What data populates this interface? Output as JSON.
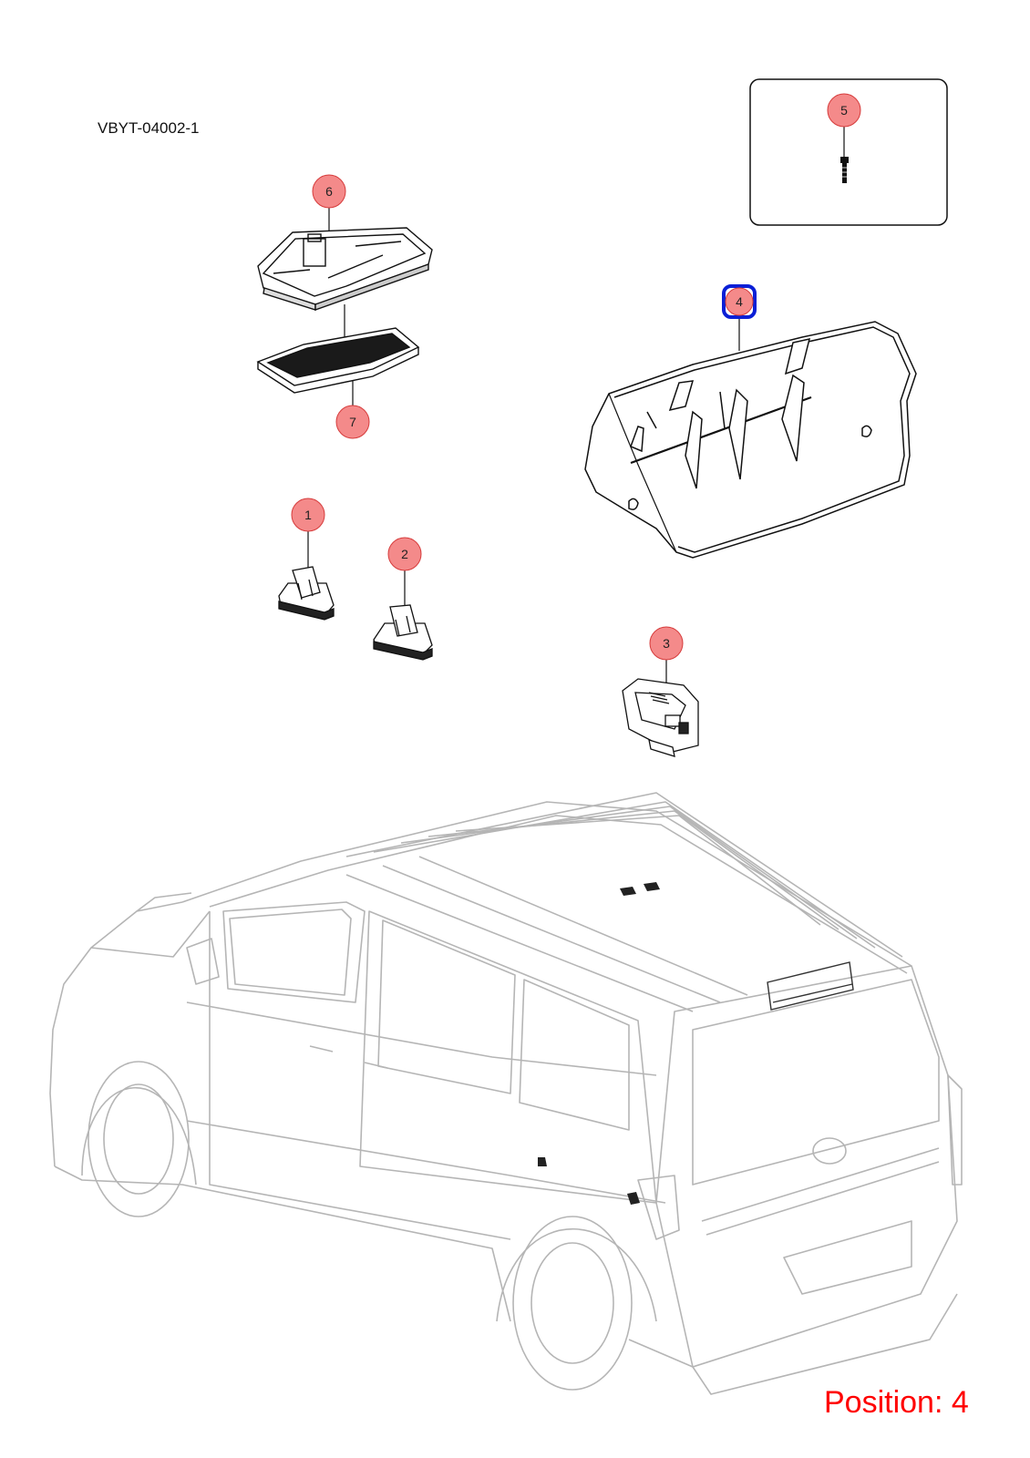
{
  "diagram_code": "VBYT-04002-1",
  "position_label": "Position: 4",
  "selected_callout": "4",
  "colors": {
    "callout_fill": "#f48a8a",
    "callout_stroke": "#d63b3b",
    "selected_stroke": "#0a1fd6",
    "position_text": "#ff0000",
    "part_line": "#111111",
    "vehicle_line": "#b5b5b5"
  },
  "callouts": [
    {
      "label": "1"
    },
    {
      "label": "2"
    },
    {
      "label": "3"
    },
    {
      "label": "4"
    },
    {
      "label": "5"
    },
    {
      "label": "6"
    },
    {
      "label": "7"
    }
  ]
}
